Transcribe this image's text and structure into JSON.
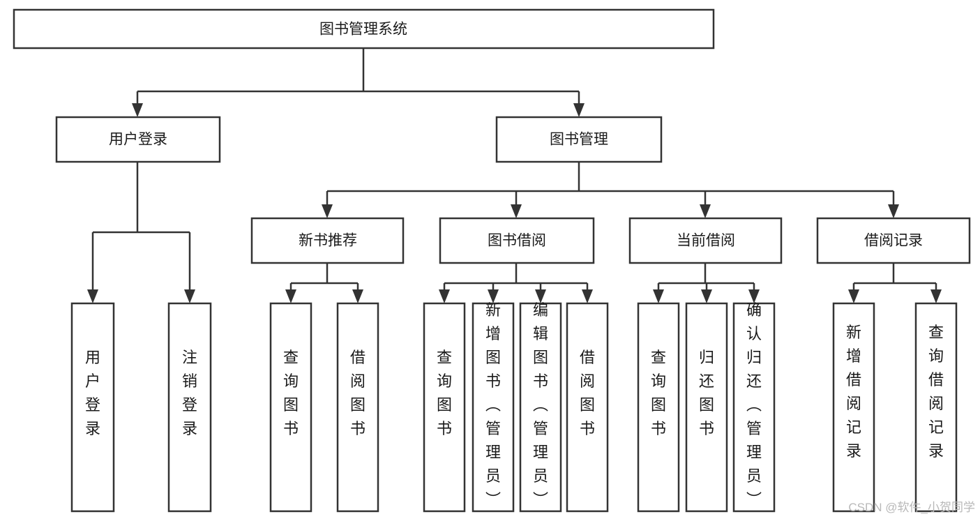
{
  "diagram": {
    "title": "图书管理系统",
    "type": "tree-hierarchy-chart",
    "root": {
      "label": "图书管理系统"
    },
    "level2": [
      {
        "label": "用户登录"
      },
      {
        "label": "图书管理"
      }
    ],
    "level3": [
      {
        "label": "新书推荐"
      },
      {
        "label": "图书借阅"
      },
      {
        "label": "当前借阅"
      },
      {
        "label": "借阅记录"
      }
    ],
    "leaves": {
      "user_login": [
        {
          "label": "用户登录"
        },
        {
          "label": "注销登录"
        }
      ],
      "new_book_recommend": [
        {
          "label": "查询图书"
        },
        {
          "label": "借阅图书"
        }
      ],
      "book_borrow": [
        {
          "label": "查询图书"
        },
        {
          "label": "新增图书（管理员）"
        },
        {
          "label": "编辑图书（管理员）"
        },
        {
          "label": "借阅图书"
        }
      ],
      "current_borrow": [
        {
          "label": "查询图书"
        },
        {
          "label": "归还图书"
        },
        {
          "label": "确认归还（管理员）"
        }
      ],
      "borrow_record": [
        {
          "label": "新增借阅记录"
        },
        {
          "label": "查询借阅记录"
        }
      ]
    }
  },
  "watermark": {
    "text": "CSDN @软件_小贺同学"
  },
  "colors": {
    "stroke": "#333333",
    "fill": "#ffffff",
    "text": "#1a1a1a",
    "watermark": "#b8b8b8"
  }
}
